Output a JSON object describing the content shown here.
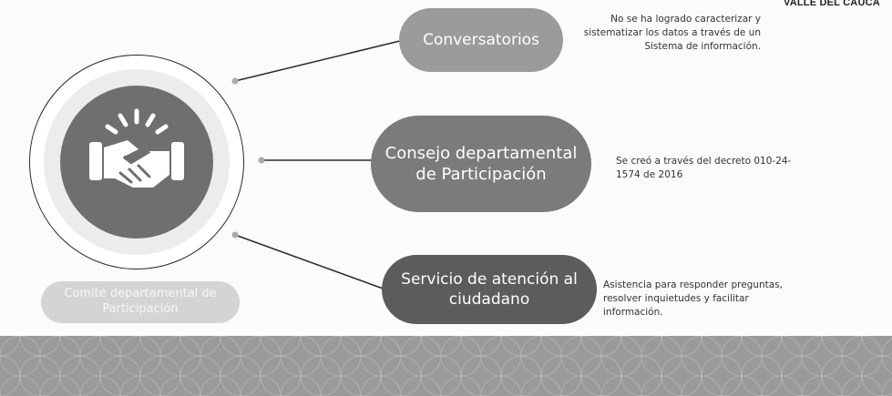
{
  "header": {
    "tag": "VALLE DEL CAUCA"
  },
  "hub": {
    "icon": "handshake-icon"
  },
  "nodes": [
    {
      "label": "Conversatorios",
      "note": "No se ha logrado caracterizar y sistematizar los datos a través de un Sistema de información."
    },
    {
      "label": "Consejo departamental de Participación",
      "note": "Se creó a través del decreto 010-24-1574 de 2016"
    },
    {
      "label": "Servicio de atención al ciudadano",
      "note": "Asistencia para responder preguntas, resolver inquietudes y facilitar información."
    }
  ],
  "faded_node": {
    "label": "Comité departamental de Participación"
  },
  "colors": {
    "pill_1": "#9b9b9a",
    "pill_2": "#7b7b7a",
    "pill_3": "#5c5c5b",
    "pill_faded": "#d4d4d3",
    "hub": "#6f6f6e",
    "band": "#9a9a99"
  }
}
